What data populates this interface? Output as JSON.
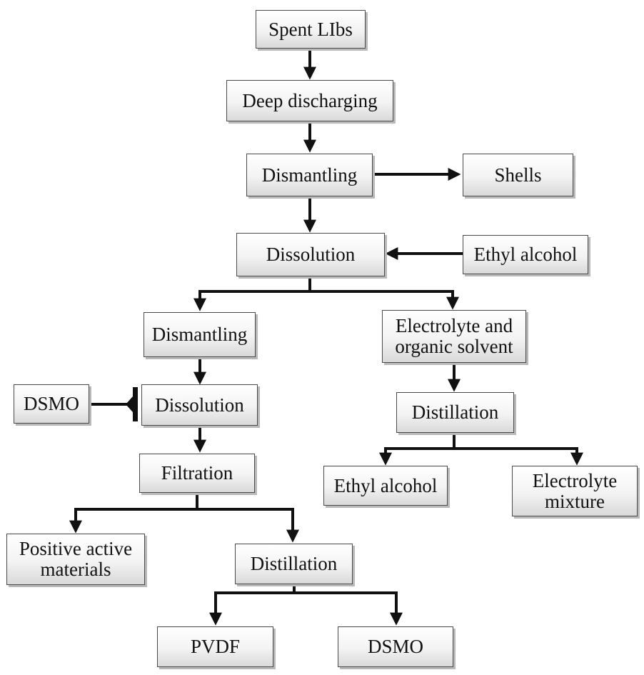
{
  "nodes": {
    "spent_libs": "Spent LIbs",
    "deep_discharging": "Deep discharging",
    "dismantling_1": "Dismantling",
    "shells": "Shells",
    "dissolution_1": "Dissolution",
    "ethyl_alcohol_input": "Ethyl alcohol",
    "dismantling_2": "Dismantling",
    "electrolyte_solvent": "Electrolyte and\norganic solvent",
    "dsmo_input": "DSMO",
    "dissolution_2": "Dissolution",
    "distillation_right": "Distillation",
    "filtration": "Filtration",
    "ethyl_alcohol_output": "Ethyl alcohol",
    "electrolyte_mixture": "Electrolyte\nmixture",
    "positive_active_materials": "Positive active\nmaterials",
    "distillation_left": "Distillation",
    "pvdf": "PVDF",
    "dsmo_output": "DSMO"
  },
  "colors": {
    "line": "#111111",
    "border": "#4a4a4a"
  }
}
